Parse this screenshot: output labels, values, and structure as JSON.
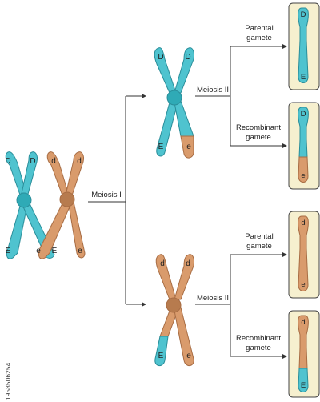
{
  "steps": {
    "meiosis1": "Meiosis I",
    "meiosis2_top": "Meiosis II",
    "meiosis2_bottom": "Meiosis II"
  },
  "gametes": {
    "g1": {
      "line1": "Parental",
      "line2": "gamete",
      "top_allele": "D",
      "bottom_allele": "E"
    },
    "g2": {
      "line1": "Recombinant",
      "line2": "gamete",
      "top_allele": "D",
      "bottom_allele": "e"
    },
    "g3": {
      "line1": "Parental",
      "line2": "gamete",
      "top_allele": "d",
      "bottom_allele": "e"
    },
    "g4": {
      "line1": "Recombinant",
      "line2": "gamete",
      "top_allele": "d",
      "bottom_allele": "E"
    }
  },
  "alleles": {
    "D": "D",
    "d": "d",
    "E": "E",
    "e": "e"
  },
  "stock_id": "1958506254",
  "colors": {
    "teal": "#4fc3cf",
    "teal_dark": "#2a8e9a",
    "orange": "#d99b6c",
    "orange_dark": "#a86d44",
    "gamete_bg": "#f6f0cf",
    "gamete_border": "#444444",
    "arrow": "#333333"
  }
}
